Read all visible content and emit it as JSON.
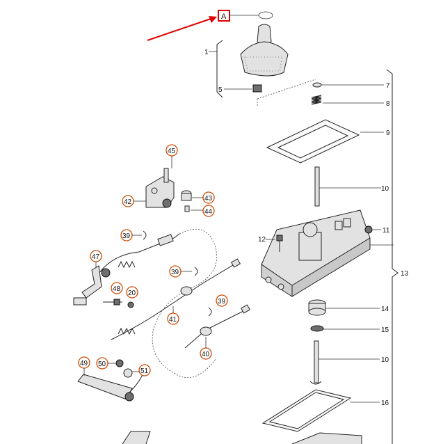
{
  "figure": {
    "letter_label": "A",
    "labels_right": [
      "7",
      "8",
      "9",
      "10",
      "11",
      "13",
      "14",
      "15",
      "10",
      "16"
    ],
    "labels_left": [
      "1",
      "5"
    ],
    "callouts_orange": [
      "45",
      "42",
      "43",
      "44",
      "39",
      "47",
      "39",
      "48",
      "20",
      "41",
      "39",
      "40",
      "49",
      "50",
      "51"
    ],
    "callout_12": "12"
  },
  "colors": {
    "highlight_box": "#e00000",
    "arrow": "#e00000",
    "callout_stroke": "#d04a00",
    "line": "#222222"
  }
}
